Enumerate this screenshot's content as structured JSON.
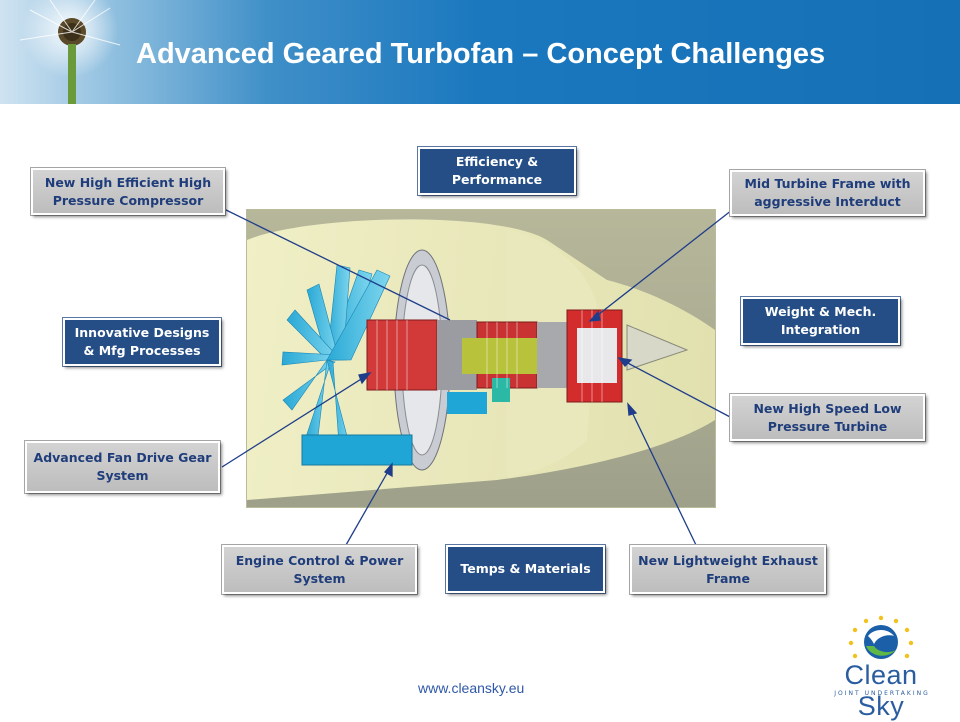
{
  "header": {
    "title": "Advanced Geared Turbofan – Concept Challenges"
  },
  "labels": {
    "hp_compressor": "New High Efficient High Pressure Compressor",
    "efficiency": "Efficiency & Performance",
    "mid_turbine": "Mid Turbine Frame with aggressive Interduct",
    "weight": "Weight & Mech. Integration",
    "innovative": "Innovative Designs & Mfg Processes",
    "lp_turbine": "New High Speed Low Pressure Turbine",
    "fan_gear": "Advanced Fan Drive Gear System",
    "engine_control": "Engine Control & Power System",
    "temps": "Temps & Materials",
    "exhaust": "New Lightweight Exhaust Frame"
  },
  "footer": {
    "url": "www.cleansky.eu"
  },
  "logo": {
    "name": "Clean Sky",
    "sub": "JOINT UNDERTAKING"
  },
  "colors": {
    "header_blue": "#1670b6",
    "box_blue": "#254e87",
    "box_grey": "#c8c8c8",
    "label_text": "#1f3d7a",
    "leader_line": "#1f3d8a"
  }
}
